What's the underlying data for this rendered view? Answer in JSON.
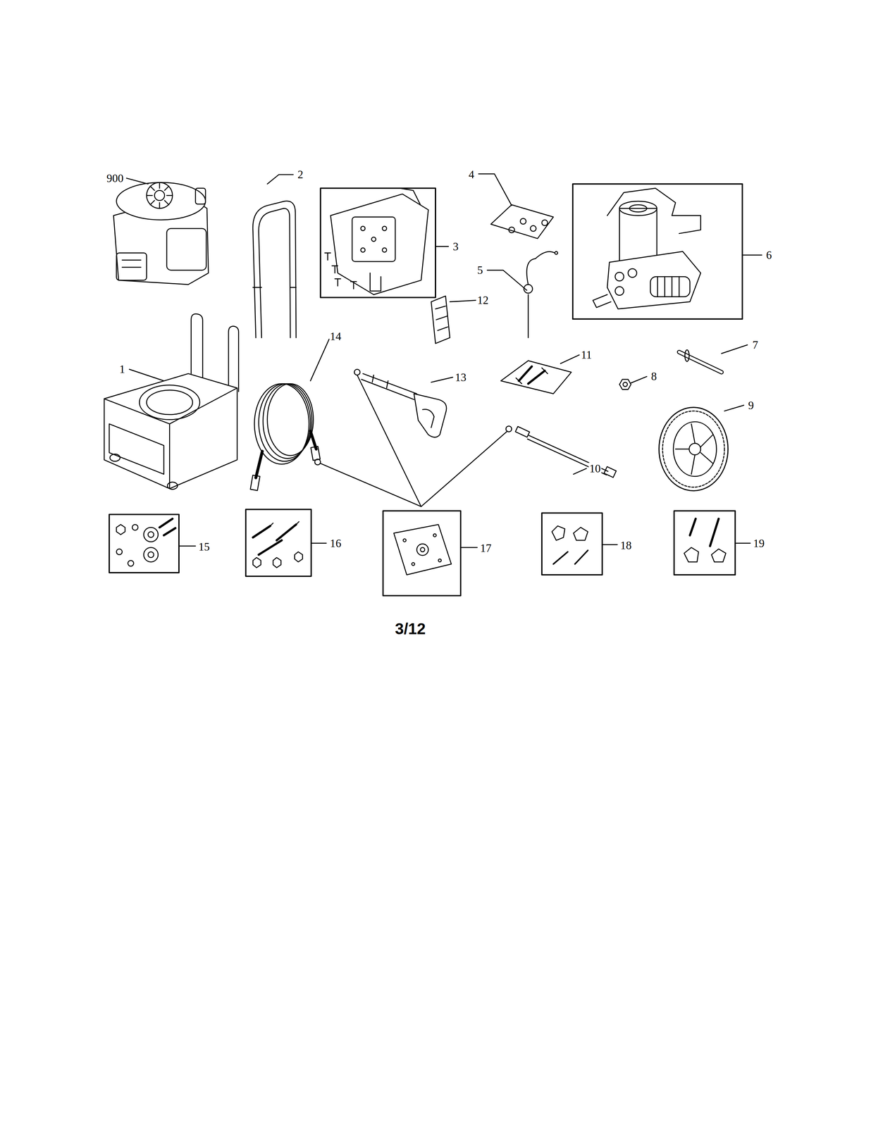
{
  "diagram": {
    "labels": [
      "900",
      "2",
      "4",
      "3",
      "6",
      "5",
      "12",
      "14",
      "7",
      "11",
      "1",
      "13",
      "8",
      "9",
      "10",
      "15",
      "16",
      "17",
      "18",
      "19",
      "3/12"
    ]
  }
}
